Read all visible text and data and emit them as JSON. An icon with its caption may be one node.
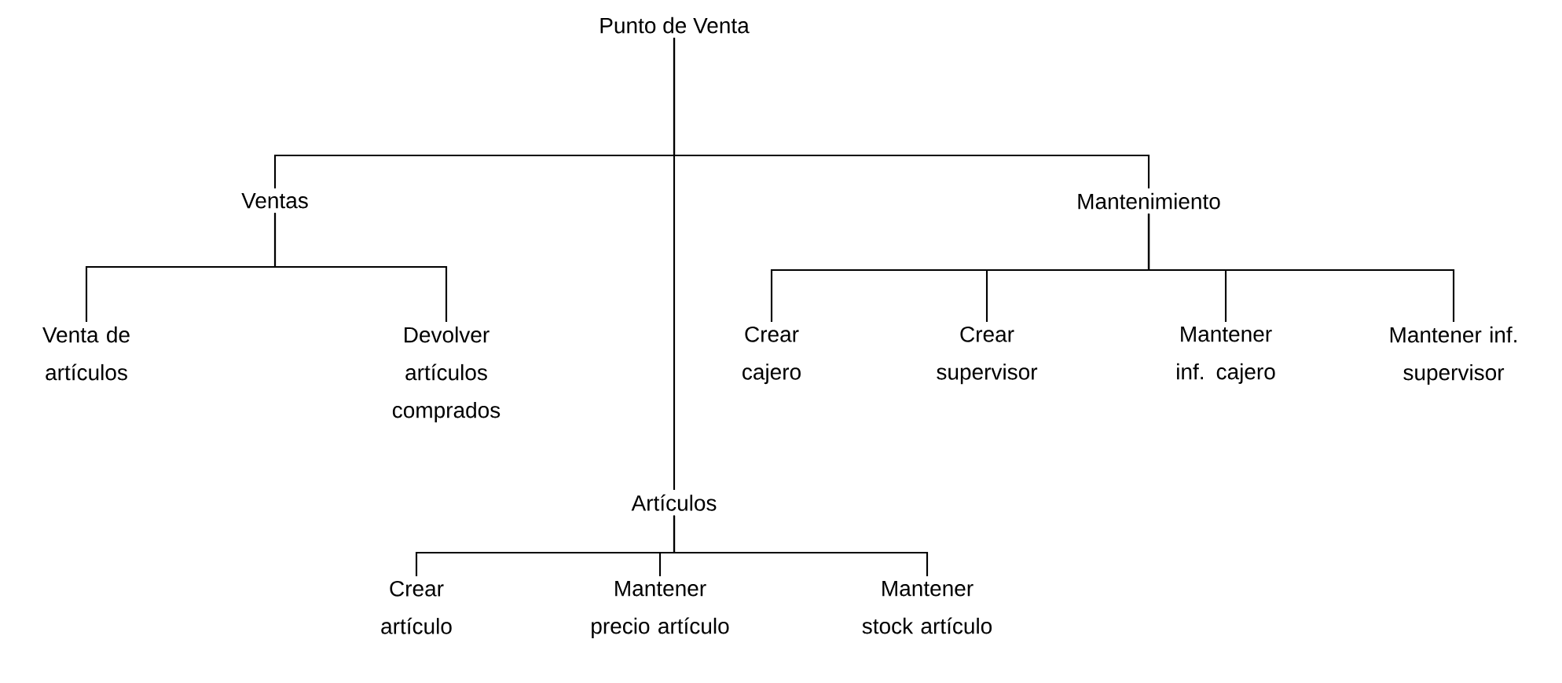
{
  "diagram": {
    "nodes": [
      {
        "text": [
          "Punto de Venta"
        ]
      },
      {
        "text": [
          "Ventas"
        ]
      },
      {
        "text": [
          "Mantenimiento"
        ]
      },
      {
        "text": [
          "Venta de artículos"
        ]
      },
      {
        "text": [
          "Devolver artículos comprados"
        ]
      },
      {
        "text": [
          "Crear cajero"
        ]
      },
      {
        "text": [
          "Crear supervisor"
        ]
      },
      {
        "text": [
          "Mantener inf. cajero"
        ]
      },
      {
        "text": [
          "Mantener inf. supervisor"
        ]
      },
      {
        "text": [
          "Artículos"
        ]
      },
      {
        "text": [
          "Crear artículo"
        ]
      },
      {
        "text": [
          "Mantener precio artículo"
        ]
      },
      {
        "text": [
          "Mantener stock artículo"
        ]
      }
    ],
    "edges": [
      {
        "from": 0,
        "to": 1,
        "arrow": "none"
      },
      {
        "from": 0,
        "to": 2,
        "arrow": "none"
      },
      {
        "from": 0,
        "to": 9,
        "arrow": "none"
      },
      {
        "from": 1,
        "to": 3,
        "arrow": "none"
      },
      {
        "from": 1,
        "to": 4,
        "arrow": "none"
      },
      {
        "from": 2,
        "to": 5,
        "arrow": "none"
      },
      {
        "from": 2,
        "to": 6,
        "arrow": "none"
      },
      {
        "from": 2,
        "to": 7,
        "arrow": "none"
      },
      {
        "from": 2,
        "to": 8,
        "arrow": "none"
      },
      {
        "from": 9,
        "to": 10,
        "arrow": "none"
      },
      {
        "from": 9,
        "to": 11,
        "arrow": "none"
      },
      {
        "from": 9,
        "to": 12,
        "arrow": "none"
      }
    ]
  }
}
